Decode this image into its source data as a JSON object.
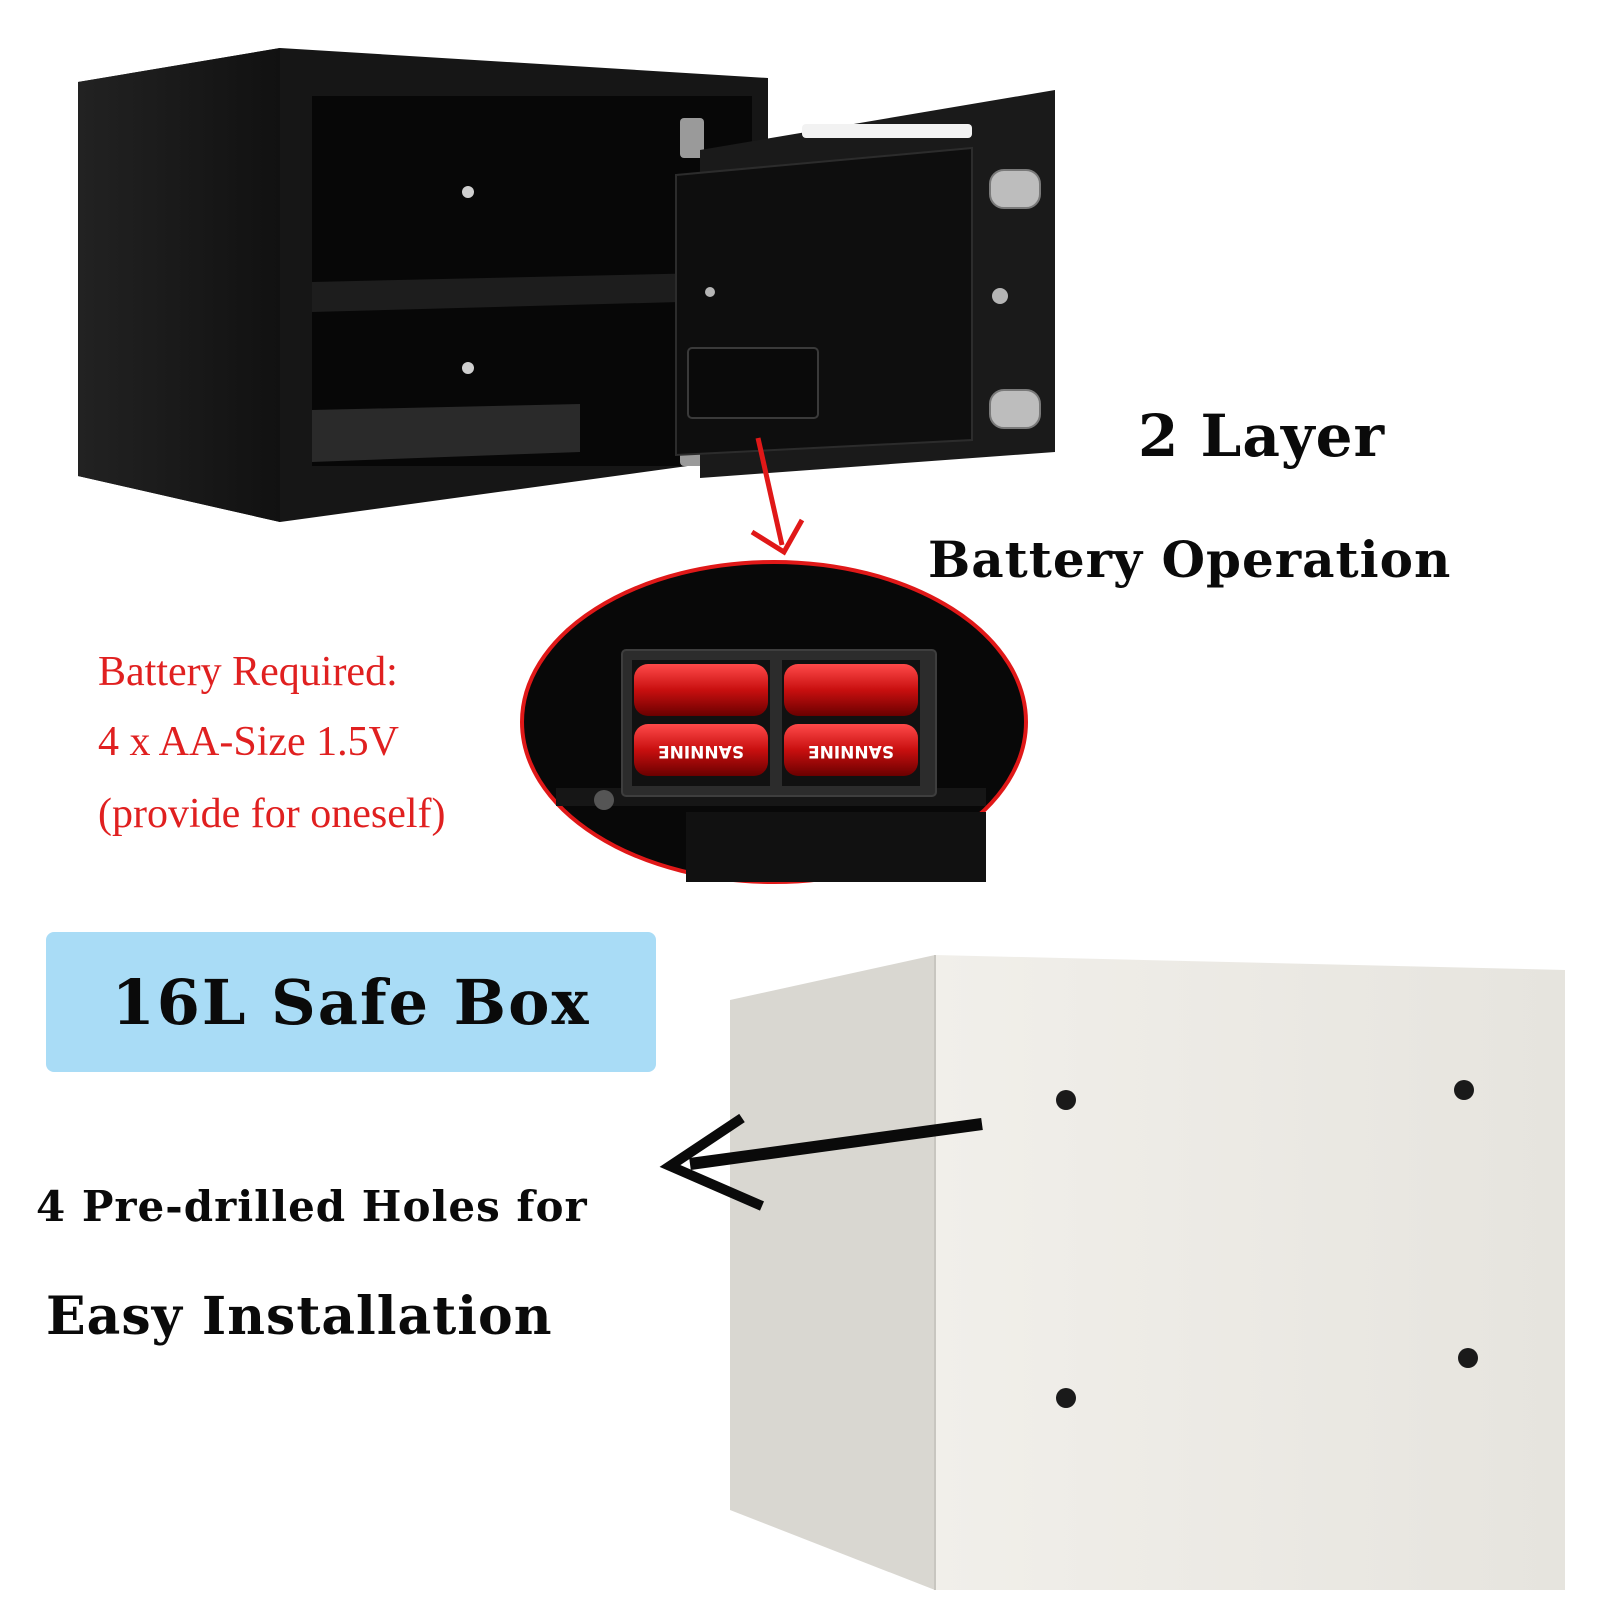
{
  "headings": {
    "layer": "2 Layer",
    "battery_operation": "Battery Operation",
    "holes": "4 Pre-drilled Holes for",
    "easy_installation": "Easy Installation"
  },
  "badge": {
    "label": "16L Safe Box",
    "color": "#a9dcf6"
  },
  "battery_note": {
    "line1": "Battery Required:",
    "line2": "4 x AA-Size 1.5V",
    "line3": "(provide for oneself)",
    "color": "#e02020"
  },
  "battery_brand": "SANNINE",
  "colors": {
    "safe_black": "#141414",
    "safe_white": "#e9e7e1",
    "arrow_red": "#e01818",
    "arrow_black": "#0a0a0a"
  }
}
